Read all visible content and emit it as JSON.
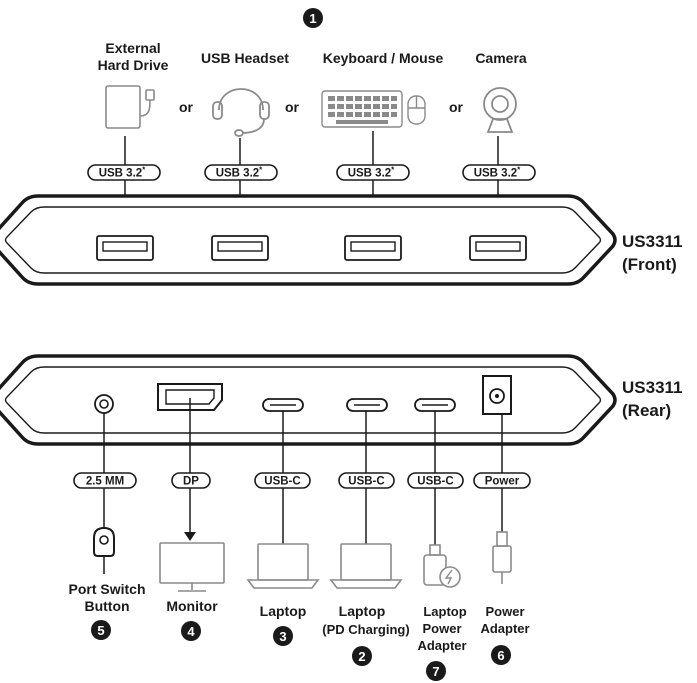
{
  "front": {
    "step_number": "1",
    "device_labels": {
      "hdd_line1": "External",
      "hdd_line2": "Hard Drive",
      "headset": "USB Headset",
      "keyboard_mouse": "Keyboard / Mouse",
      "camera": "Camera"
    },
    "or_label": "or",
    "port_tag": "USB 3.2",
    "port_tag_superscript": "*",
    "model_line1": "US3311",
    "model_line2": "(Front)"
  },
  "rear": {
    "model_line1": "US3311",
    "model_line2": "(Rear)",
    "port_tags": {
      "jack": "2.5 MM",
      "dp": "DP",
      "usbc_laptop": "USB-C",
      "usbc_pd": "USB-C",
      "usbc_power": "USB-C",
      "power": "Power"
    },
    "device_labels": {
      "switch_line1": "Port Switch",
      "switch_line2": "Button",
      "monitor": "Monitor",
      "laptop": "Laptop",
      "laptop_pd_line1": "Laptop",
      "laptop_pd_line2": "(PD Charging)",
      "laptop_power_line1": "Laptop",
      "laptop_power_line2": "Power",
      "laptop_power_line3": "Adapter",
      "power_adapter_line1": "Power",
      "power_adapter_line2": "Adapter"
    },
    "step_numbers": {
      "switch": "5",
      "monitor": "4",
      "laptop": "3",
      "laptop_pd": "2",
      "laptop_power": "7",
      "power_adapter": "6"
    }
  }
}
